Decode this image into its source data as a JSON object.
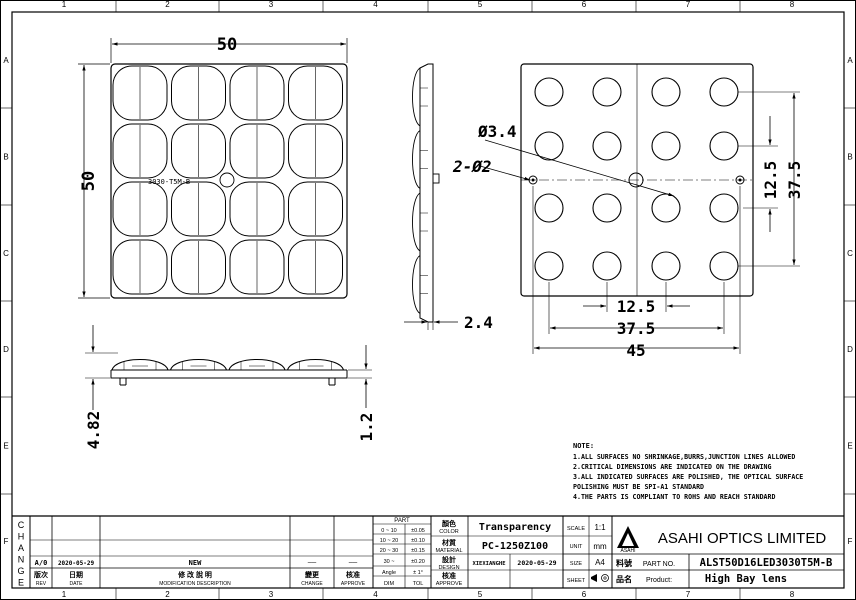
{
  "grid": {
    "cols": [
      "1",
      "2",
      "3",
      "4",
      "5",
      "6",
      "7",
      "8"
    ],
    "rows": [
      "A",
      "B",
      "C",
      "D",
      "E",
      "F"
    ]
  },
  "front_view": {
    "dim_width": "50",
    "dim_height": "50",
    "mark": "3030-T5M-B"
  },
  "side_view": {
    "dim_thickness": "2.4"
  },
  "bottom_view": {
    "dim_total": "4.82",
    "dim_base": "1.2"
  },
  "back_view": {
    "dim_hole_dia": "Ø3.4",
    "dim_pin": "2-Ø2",
    "dim_pitch_v": "12.5",
    "dim_span_v": "37.5",
    "dim_pitch_h": "12.5",
    "dim_span_h": "37.5",
    "dim_pin_span": "45"
  },
  "notes": {
    "title": "NOTE:",
    "lines": [
      "1.ALL SURFACES NO SHRINKAGE,BURRS,JUNCTION LINES ALLOWED",
      "2.CRITICAL DIMENSIONS ARE INDICATED ON THE DRAWING",
      "3.ALL INDICATED SURFACES ARE POLISHED, THE OPTICAL SURFACE",
      "POLISHING MUST BE SPI-A1 STANDARD",
      "4.THE PARTS IS COMPLIANT TO ROHS AND REACH STANDARD"
    ]
  },
  "title_block": {
    "change_label": [
      "C",
      "H",
      "A",
      "N",
      "G",
      "E"
    ],
    "rev_row": {
      "rev": "A/0",
      "date": "2020-05-29",
      "desc": "NEW",
      "change": "——",
      "approve": "——"
    },
    "headers": {
      "rev_cn": "版次",
      "rev": "REV",
      "date_cn": "日期",
      "date": "DATE",
      "desc_cn": "修 改 說 明",
      "desc": "MODIFICATION DESCRIPTION",
      "change_cn": "變更",
      "change": "CHANGE",
      "approve_cn": "核准",
      "approve": "APPROVE"
    },
    "tolerance": {
      "part_label": "PART",
      "rows": [
        [
          "0 ~ 10",
          "±0.05"
        ],
        [
          "10 ~ 20",
          "±0.10"
        ],
        [
          "20 ~ 30",
          "±0.15"
        ],
        [
          "30 ~",
          "±0.20"
        ],
        [
          "Angle",
          "± 1°"
        ]
      ],
      "dim": "DIM",
      "tol": "TOL"
    },
    "color_cn": "顏色",
    "color": "COLOR",
    "color_value": "Transparency",
    "material_cn": "材質",
    "material": "MATERIAL",
    "material_value": "PC-1250Z100",
    "design_cn": "設計",
    "design": "DESIGN",
    "designer": "XIEXIANGHE",
    "design_date": "2020-05-29",
    "approve_cn": "核准",
    "approve": "APPROVE",
    "scale_label": "SCALE",
    "scale_value": "1:1",
    "unit_label": "UNIT",
    "unit_value": "mm",
    "size_label": "SIZE",
    "size_value": "A4",
    "sheet_label": "SHEET",
    "company": "ASAHI OPTICS LIMITED",
    "logo_text": "ASAHI",
    "part_no_cn": "料號",
    "part_no_label": "PART NO.",
    "part_no": "ALST50D16LED3030T5M-B",
    "product_cn": "品名",
    "product_label": "Product:",
    "product": "High Bay lens"
  }
}
